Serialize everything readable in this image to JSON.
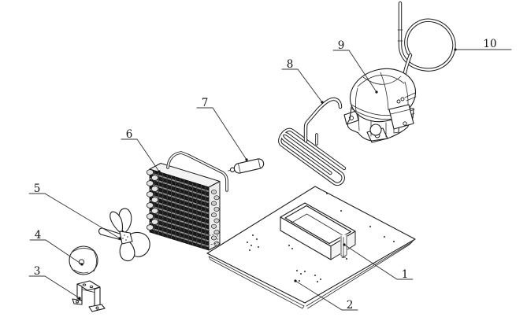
{
  "diagram": {
    "colors": {
      "background": "#ffffff",
      "line": "#1c1c1c"
    },
    "callouts": [
      {
        "id": "callout-1",
        "label": "1"
      },
      {
        "id": "callout-2",
        "label": "2"
      },
      {
        "id": "callout-3",
        "label": "3"
      },
      {
        "id": "callout-4",
        "label": "4"
      },
      {
        "id": "callout-5",
        "label": "5"
      },
      {
        "id": "callout-6",
        "label": "6"
      },
      {
        "id": "callout-7",
        "label": "7"
      },
      {
        "id": "callout-8",
        "label": "8"
      },
      {
        "id": "callout-9",
        "label": "9"
      },
      {
        "id": "callout-10",
        "label": "10"
      }
    ]
  }
}
